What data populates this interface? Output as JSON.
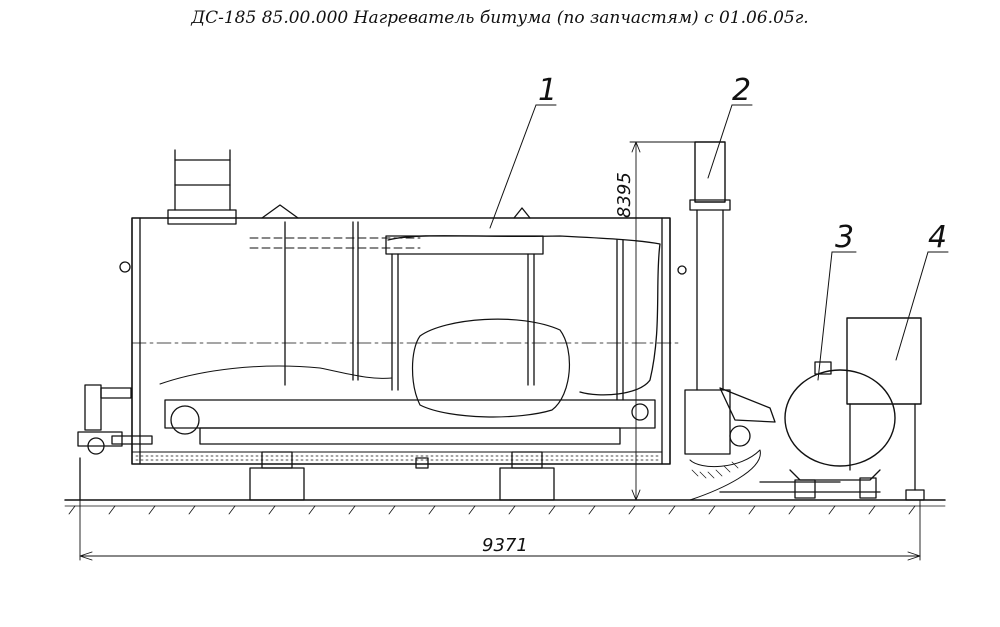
{
  "title": "ДС-185 85.00.000 Нагреватель битума (по запчастям) с 01.06.05г.",
  "callouts": {
    "c1": "1",
    "c2": "2",
    "c3": "3",
    "c4": "4"
  },
  "dimensions": {
    "height": "8395",
    "length": "9371"
  },
  "colors": {
    "line": "#111111",
    "background": "#ffffff"
  }
}
